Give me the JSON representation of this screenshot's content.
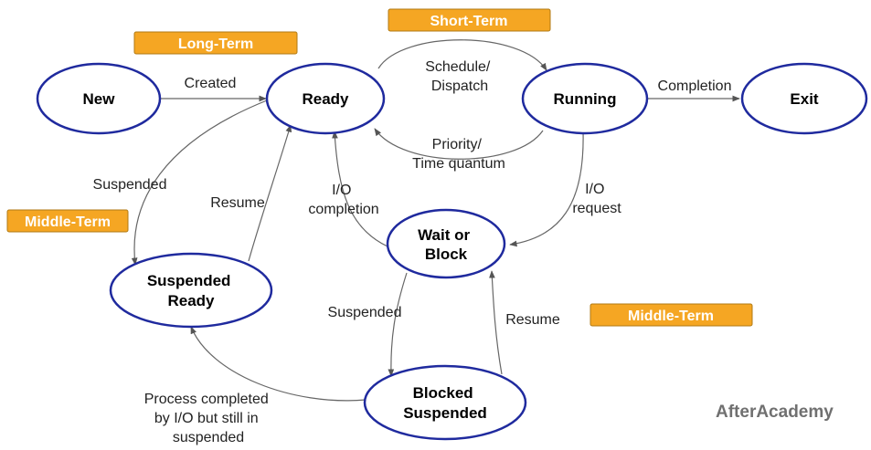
{
  "nodes": {
    "new": [
      "New"
    ],
    "ready": [
      "Ready"
    ],
    "running": [
      "Running"
    ],
    "exit": [
      "Exit"
    ],
    "wait_block": [
      "Wait or",
      "Block"
    ],
    "suspended_ready": [
      "Suspended",
      "Ready"
    ],
    "blocked_suspended": [
      "Blocked",
      "Suspended"
    ]
  },
  "edges": {
    "created": [
      "Created"
    ],
    "schedule": [
      "Schedule/",
      "Dispatch"
    ],
    "priority": [
      "Priority/",
      "Time quantum"
    ],
    "completion": [
      "Completion"
    ],
    "suspended_left": [
      "Suspended"
    ],
    "resume_left": [
      "Resume"
    ],
    "io_completion": [
      "I/O",
      "completion"
    ],
    "io_request": [
      "I/O",
      "request"
    ],
    "suspended_mid": [
      "Suspended"
    ],
    "resume_right": [
      "Resume"
    ],
    "process_completed": [
      "Process completed",
      "by I/O but still in",
      "suspended"
    ]
  },
  "tags": {
    "short_term": "Short-Term",
    "long_term": "Long-Term",
    "middle_term_left": "Middle-Term",
    "middle_term_right": "Middle-Term"
  },
  "brand": "AfterAcademy",
  "colors": {
    "node_stroke": "#1f2a9e",
    "tag_fill": "#f5a623",
    "arrow": "#666666",
    "brand": "#707070"
  }
}
